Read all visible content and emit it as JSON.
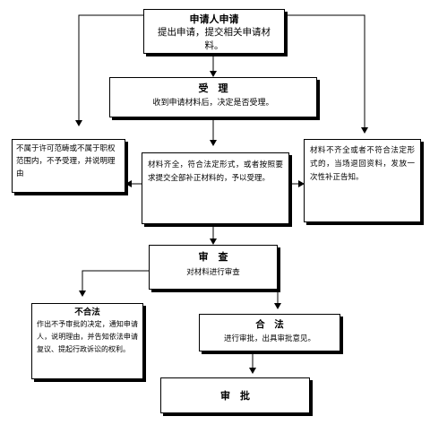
{
  "applicant": {
    "title": "申请人申请",
    "text": "提出申请，提交相关申请材料。"
  },
  "accept": {
    "title": "受　理",
    "text": "收到申请材料后，决定是否受理。"
  },
  "not_in_scope": {
    "text": "不属于许可范畴或不属于职权范围内，不予受理，并说明理由"
  },
  "complete": {
    "text": "材料齐全，符合法定形式，或者按照要求提交全部补正材料的，予以受理。"
  },
  "incomplete": {
    "text": "材料不齐全或者不符合法定形式的，当场退回资料，发放一次性补正告知。"
  },
  "review": {
    "title": "审　查",
    "text": "对材料进行审查"
  },
  "illegal": {
    "title": "不合法",
    "text": "作出不予审批的决定，通知申请人，说明理由，并告知依法申请复议、提起行政诉讼的权利。"
  },
  "legal": {
    "title": "合　法",
    "text": "进行审批，出具审批意见。"
  },
  "approval": {
    "title": "审　批"
  }
}
